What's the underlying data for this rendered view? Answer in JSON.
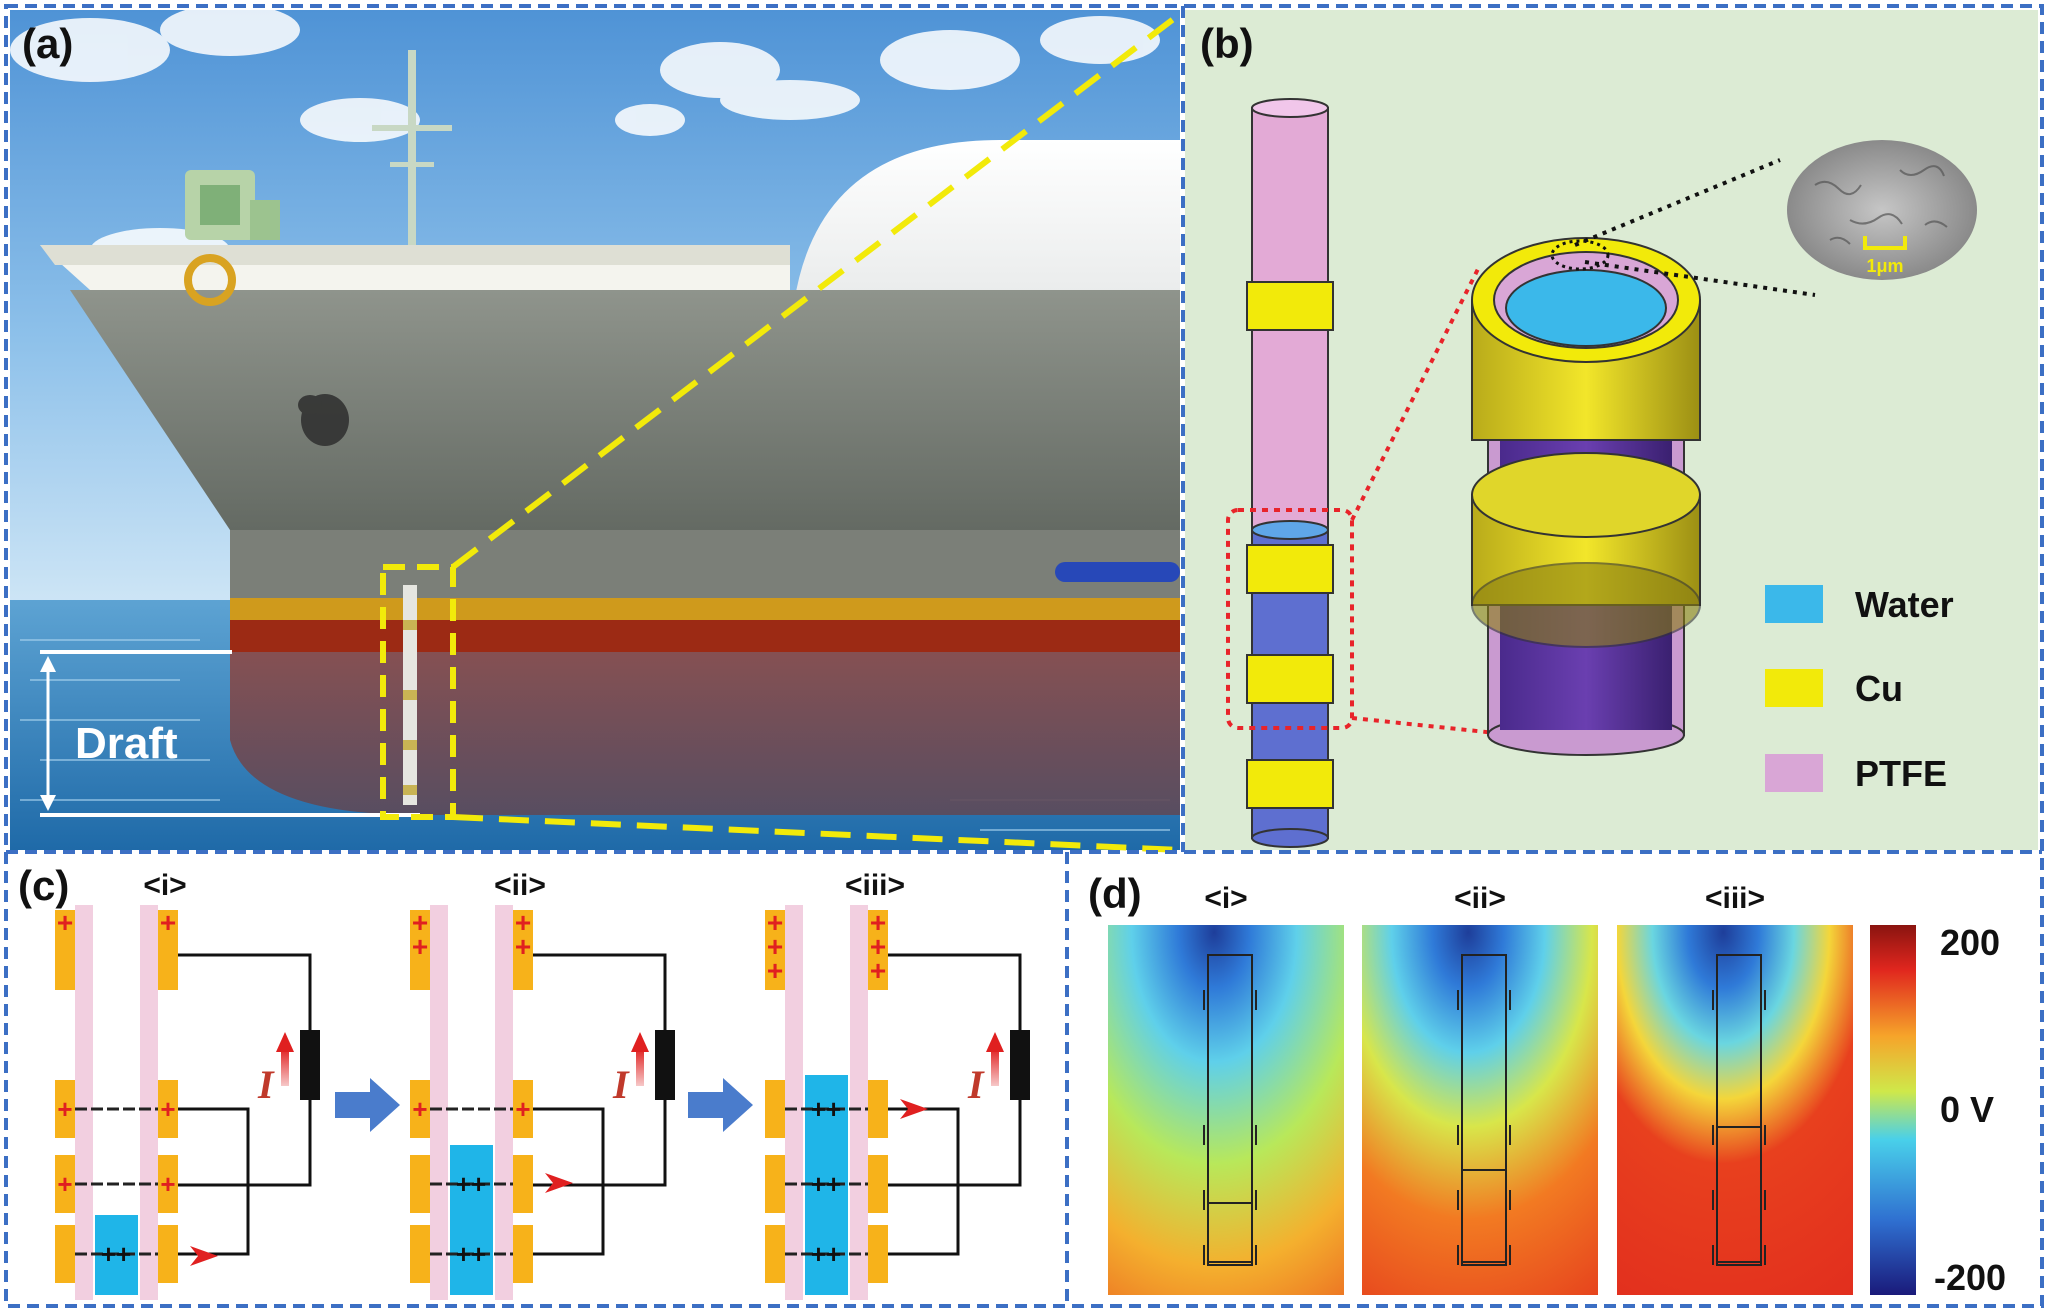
{
  "panels": {
    "a": {
      "label": "(a)",
      "draft_label": "Draft"
    },
    "b": {
      "label": "(b)",
      "scale_bar": "1μm",
      "legend": [
        {
          "name": "Water",
          "color": "#3bb8ea"
        },
        {
          "name": "Cu",
          "color": "#f2ea0a"
        },
        {
          "name": "PTFE",
          "color": "#d9a6d6"
        }
      ]
    },
    "c": {
      "label": "(c)",
      "stages": [
        "<i>",
        "<ii>",
        "<iii>"
      ],
      "current_symbol": "I",
      "plus_pair": "++",
      "plus": "+"
    },
    "d": {
      "label": "(d)",
      "stages": [
        "<i>",
        "<ii>",
        "<iii>"
      ],
      "colorbar": {
        "max_label": "200",
        "mid_label": "0 V",
        "min_label": "-200"
      }
    }
  },
  "colors": {
    "frame": "#3c6fc4",
    "highlight": "#f2ea0a",
    "zoom_dots": "#e8242a",
    "electrode": "#f7b21a",
    "ptfe": "#f2cfe0",
    "water": "#1fb5e8",
    "arrow": "#4a7ccc"
  }
}
